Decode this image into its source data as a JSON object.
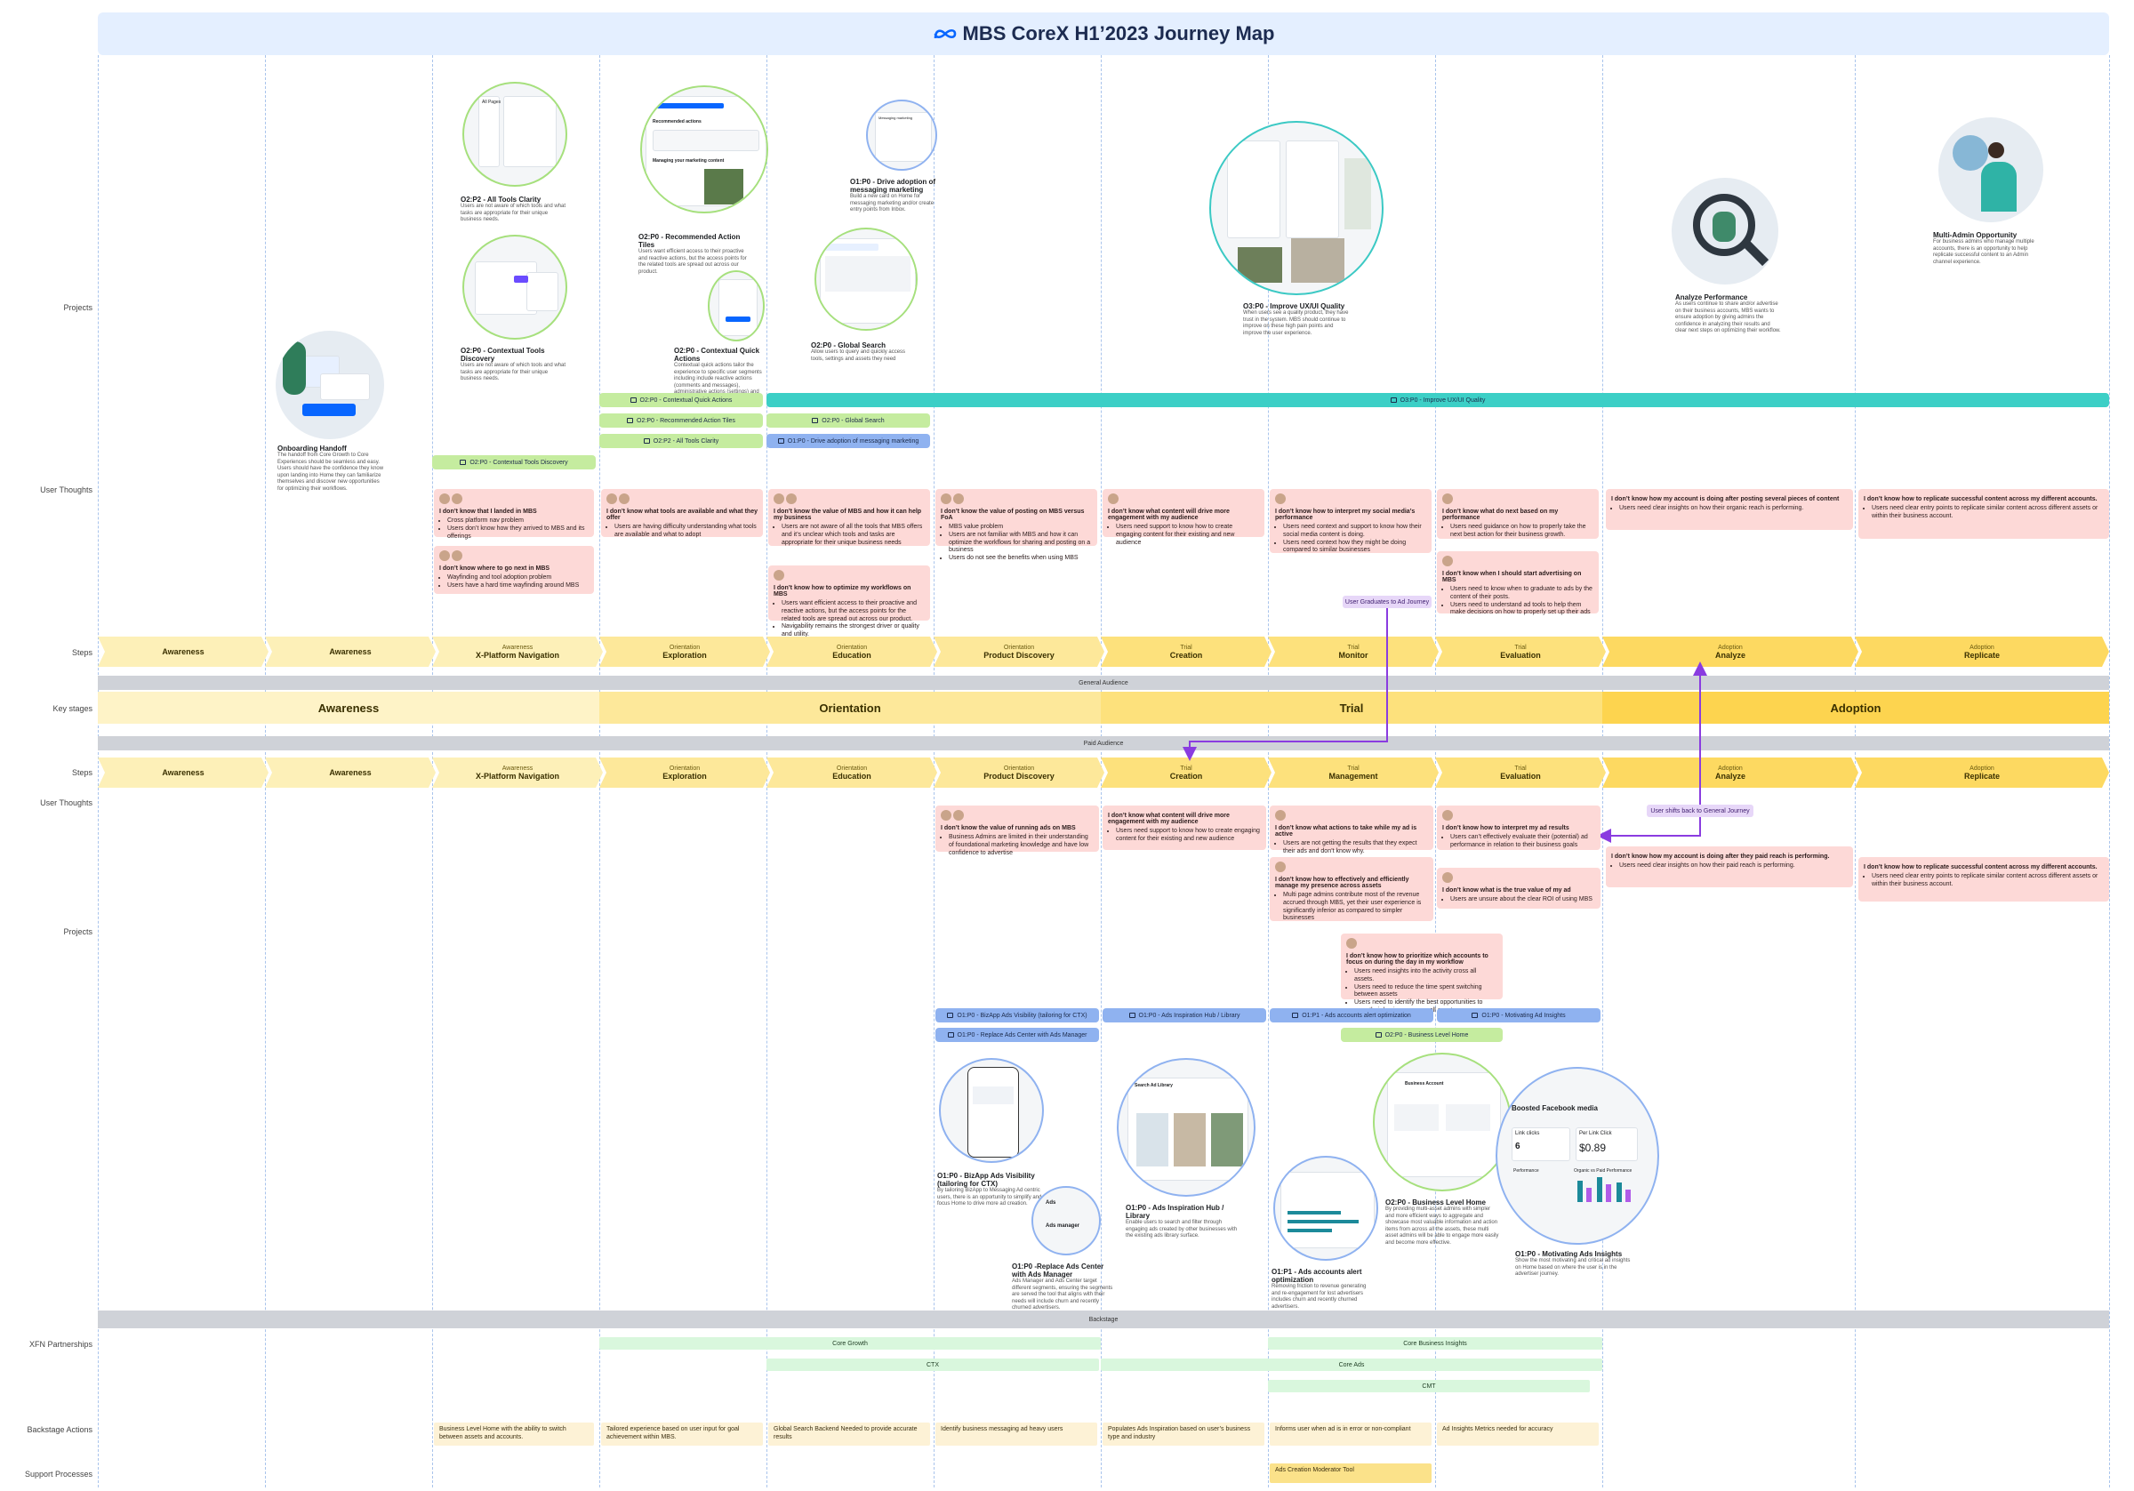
{
  "title": "MBS CoreX H1’2023 Journey Map",
  "row_labels": {
    "projects_top": "Projects",
    "user_thoughts_top": "User Thoughts",
    "steps_top": "Steps",
    "key_stages": "Key stages",
    "steps_bottom": "Steps",
    "user_thoughts_bottom": "User Thoughts",
    "projects_bottom": "Projects",
    "xfn": "XFN Partnerships",
    "backstage_actions": "Backstage Actions",
    "support_processes": "Support Processes"
  },
  "bands": {
    "general": "General Audience",
    "paid": "Paid Audience",
    "backstage": "Backstage"
  },
  "steps": [
    {
      "pre": "",
      "main": "Awareness"
    },
    {
      "pre": "",
      "main": "Awareness"
    },
    {
      "pre": "Awareness",
      "main": "X-Platform Navigation"
    },
    {
      "pre": "Orientation",
      "main": "Exploration"
    },
    {
      "pre": "Orientation",
      "main": "Education"
    },
    {
      "pre": "Orientation",
      "main": "Product Discovery"
    },
    {
      "pre": "Trial",
      "main": "Creation"
    },
    {
      "pre": "Trial",
      "main": "Monitor"
    },
    {
      "pre": "Trial",
      "main": "Evaluation"
    },
    {
      "pre": "Adoption",
      "main": "Analyze"
    },
    {
      "pre": "Adoption",
      "main": "Replicate"
    }
  ],
  "steps_paid": [
    {
      "pre": "",
      "main": "Awareness"
    },
    {
      "pre": "",
      "main": "Awareness"
    },
    {
      "pre": "Awareness",
      "main": "X-Platform Navigation"
    },
    {
      "pre": "Orientation",
      "main": "Exploration"
    },
    {
      "pre": "Orientation",
      "main": "Education"
    },
    {
      "pre": "Orientation",
      "main": "Product Discovery"
    },
    {
      "pre": "Trial",
      "main": "Creation"
    },
    {
      "pre": "Trial",
      "main": "Management"
    },
    {
      "pre": "Trial",
      "main": "Evaluation"
    },
    {
      "pre": "Adoption",
      "main": "Analyze"
    },
    {
      "pre": "Adoption",
      "main": "Replicate"
    }
  ],
  "stages": [
    "Awareness",
    "Orientation",
    "Trial",
    "Adoption"
  ],
  "top_projects": {
    "onboarding": {
      "title": "Onboarding Handoff",
      "desc": "The handoff from Core Growth to Core Experiences should be seamless and easy. Users should have the confidence they know upon landing into Home they can familiarize themselves and discover new opportunities for optimizing their workflows."
    },
    "all_tools": {
      "title": "O2:P2 - All Tools Clarity",
      "desc": "Users are not aware of which tools and what tasks are appropriate for their unique business needs."
    },
    "contextual_tools": {
      "title": "O2:P0 - Contextual Tools Discovery",
      "desc": "Users are not aware of which tools and what tasks are appropriate for their unique business needs."
    },
    "rec_tiles": {
      "title": "O2:P0 - Recommended Action Tiles",
      "desc": "Users want efficient access to their proactive and reactive actions, but the access points for the related tools are spread out across our product."
    },
    "quick_actions": {
      "title": "O2:P0 - Contextual Quick Actions",
      "desc": "Contextual quick actions tailor the experience to specific user segments including include reactive actions (comments and messages), administrative actions (settings) and access to key tools."
    },
    "drive_messaging": {
      "title": "O1:P0 - Drive adoption of messaging marketing",
      "desc": "Build a new card on Home for messaging marketing and/or create entry points from Inbox."
    },
    "global_search": {
      "title": "O2:P0 - Global Search",
      "desc": "Allow users to query and quickly access tools, settings and assets they need"
    },
    "uxui": {
      "title": "O3:P0 - Improve UX/UI Quality",
      "desc": "When users see a quality product, they have trust in the system. MBS should continue to improve on these high pain points and improve the user experience."
    },
    "analyze_perf": {
      "title": "Analyze Performance",
      "desc": "As users continue to share and/or advertise on their business accounts, MBS wants to ensure adoption by giving admins the confidence in analyzing their results and clear next steps on optimizing their workflow."
    },
    "multi_admin": {
      "title": "Multi-Admin Opportunity",
      "desc": "For business admins who manage multiple accounts, there is an opportunity to help replicate successful content to an Admin channel experience."
    },
    "pill_quick_actions": "O2:P0 - Contextual Quick Actions",
    "pill_rec_tiles": "O2:P0 - Recommended Action Tiles",
    "pill_all_tools": "O2:P2 - All Tools Clarity",
    "pill_global_search": "O2:P0 - Global Search",
    "pill_drive_messaging": "O1:P0 - Drive adoption of messaging marketing",
    "pill_contextual_tools": "O2:P0 - Contextual Tools Discovery",
    "pill_uxui": "O3:P0 - Improve UX/UI Quality"
  },
  "top_thoughts": [
    {
      "head": "I don’t know that I landed in MBS",
      "bullets": [
        "Cross platform nav problem",
        "Users don’t know how they arrived to MBS and its offerings"
      ]
    },
    {
      "head": "I don’t know where to go next in MBS",
      "bullets": [
        "Wayfinding and tool adoption problem",
        "Users have a hard time wayfinding around MBS"
      ]
    },
    {
      "head": "I don’t know what tools are available and what they offer",
      "bullets": [
        "Users are having difficulty understanding what tools are available and what to adopt"
      ]
    },
    {
      "head": "I don’t know the value of MBS and how it can help my business",
      "bullets": [
        "Users are not aware of all the tools that MBS offers and it’s unclear which tools and tasks are appropriate for their unique business needs"
      ]
    },
    {
      "head": "I don’t know how to optimize my workflows on MBS",
      "bullets": [
        "Users want efficient access to their proactive and reactive actions, but the access points for the related tools are spread out across our product.",
        "Navigability remains the strongest driver or quality and utility."
      ]
    },
    {
      "head": "I don’t know the value of posting on MBS versus FoA",
      "bullets": [
        "MBS value problem",
        "Users are not familiar with MBS and how it can optimize the workflows for sharing and posting on a business",
        "Users do not see the benefits when using MBS"
      ]
    },
    {
      "head": "I don’t know what content will drive more engagement with my audience",
      "bullets": [
        "Users need support to know how to create engaging content for their existing and new audience"
      ]
    },
    {
      "head": "I don’t know how to interpret my social media’s performance",
      "bullets": [
        "Users need context and support to know how their social media content is doing.",
        "Users need context how they might be doing compared to similar businesses"
      ]
    },
    {
      "head": "I don’t know what do next based on my performance",
      "bullets": [
        "Users need guidance on how to properly take the next best action for their business growth."
      ]
    },
    {
      "head": "I don’t know when I should start advertising on MBS",
      "bullets": [
        "Users need to know when to graduate to ads by the content of their posts.",
        "Users need to understand ad tools to help them make decisions on how to properly set up their ads"
      ]
    },
    {
      "head": "I don’t know how my account is doing after posting several pieces of content",
      "bullets": [
        "Users need clear insights on how their organic reach is performing."
      ]
    },
    {
      "head": "I don’t know how to replicate successful content across my different accounts.",
      "bullets": [
        "Users need clear entry points to replicate similar content across different assets or within their business account."
      ]
    }
  ],
  "journey_tags": {
    "to_ad": "User Graduates to Ad Journey",
    "to_general": "User shifts back to General Journey"
  },
  "paid_thoughts": [
    {
      "head": "I don’t know the value of running ads on MBS",
      "bullets": [
        "Business Admins are limited in their understanding of foundational marketing knowledge and have low confidence to advertise"
      ]
    },
    {
      "head": "I don’t know what content will drive more engagement with my audience",
      "bullets": [
        "Users need support to know how to create engaging content for their existing and new audience"
      ]
    },
    {
      "head": "I don’t know what actions to take while my ad is active",
      "bullets": [
        "Users are not getting the results that they expect their ads and don’t know why."
      ]
    },
    {
      "head": "I don’t know how to effectively and efficiently manage my presence across assets",
      "bullets": [
        "Multi page admins contribute most of the revenue accrued through MBS, yet their user experience is significantly inferior as compared to simpler businesses"
      ]
    },
    {
      "head": "I don’t know how to prioritize which accounts to focus on during the day in my workflow",
      "bullets": [
        "Users need insights into the activity cross all assets.",
        "Users need to reduce the time spent switching between assets",
        "Users need to identify the best opportunities to grow their business across all assets"
      ]
    },
    {
      "head": "I don’t know how to interpret my ad results",
      "bullets": [
        "Users can’t effectively evaluate their (potential) ad performance in relation to their business goals"
      ]
    },
    {
      "head": "I don’t know what is the true value of my ad",
      "bullets": [
        "Users are unsure about the clear ROI of using MBS"
      ]
    },
    {
      "head": "I don’t know how my account is doing after they paid reach is performing.",
      "bullets": [
        "Users need clear insights on how their paid reach is performing."
      ]
    },
    {
      "head": "I don’t know how to replicate successful content across my different accounts.",
      "bullets": [
        "Users need clear entry points to replicate similar content across different assets or within their business account."
      ]
    }
  ],
  "paid_pills": {
    "bizapp": "O1:P0 - BizApp Ads Visibility (tailoring for CTX)",
    "replace_ac": "O1:P0 - Replace Ads Center with Ads Manager",
    "inspiration": "O1:P0 - Ads Inspiration Hub / Library",
    "alert": "O1:P1 - Ads accounts alert optimization",
    "insights": "O1:P0 - Motivating Ad Insights",
    "blh": "O2:P0 - Business Level Home"
  },
  "paid_projects": {
    "bizapp": {
      "title": "O1:P0 - BizApp Ads Visibility (tailoring for CTX)",
      "desc": "By tailoring BizApp to Messaging Ad centric users, there is an opportunity to simplify and focus Home to drive more ad creation."
    },
    "replace_ac": {
      "title": "O1:P0 -Replace Ads Center with Ads Manager",
      "desc": "Ads Manager and Ads Center target different segments, ensuring the segments are served the tool that aligns with their needs will include churn and recently churned advertisers."
    },
    "inspiration": {
      "title": "O1:P0 - Ads Inspiration Hub / Library",
      "desc": "Enable users to search and filter through engaging ads created by other businesses with the existing ads library surface."
    },
    "alert": {
      "title": "O1:P1 - Ads accounts alert optimization",
      "desc": "Removing friction to revenue generating and re-engagement for lost advertisers includes churn and recently churned advertisers."
    },
    "blh": {
      "title": "O2:P0 - Business Level Home",
      "desc": "By providing multi-asset admins with simpler and more efficient ways to aggregate and showcase most valuable information and action items from across all the assets, these multi asset admins will be able to engage more easily and become more effective."
    },
    "insights": {
      "title": "O1:P0 - Motivating Ads Insights",
      "desc": "Show the most motivating and critical ad insights on Home based on where the user is in the advertiser journey."
    }
  },
  "mock_text": {
    "all_pages": "All Pages",
    "rec_actions": "Recommended actions",
    "managing": "Managing your marketing content",
    "messaging": "Messaging marketing",
    "ads": "Ads",
    "ads_manager": "Ads manager",
    "boosted": "Boosted Facebook media",
    "link_clicks": "Link clicks",
    "link_value": "6",
    "per_link": "Per Link Click",
    "per_link_value": "$0.89",
    "performance": "Performance",
    "organic": "Organic vs Paid Performance",
    "business_account": "Business Account",
    "search_ad_library": "Search Ad Library"
  },
  "xfn": {
    "core_growth": "Core Growth",
    "core_insights": "Core Business Insights",
    "ctx": "CTX",
    "core_ads": "Core Ads",
    "cmt": "CMT"
  },
  "backstage": [
    "Business Level Home with the ability to switch between assets and accounts.",
    "Tailored experience based on user input for goal achievement within MBS.",
    "Global Search Backend Needed to provide accurate results",
    "Identify business messaging ad heavy users",
    "Populates Ads Inspiration based on user’s business type and industry",
    "Informs user when ad is in error or non-compliant",
    "Ad Insights Metrics needed for accuracy"
  ],
  "support": [
    "Ads Creation Moderator Tool"
  ],
  "colors": {
    "step_light": "#fdf0b8",
    "step_mid": "#fde89a",
    "step_dark": "#fdd961",
    "stage_light": "#fef3c7",
    "stage_dark": "#fdd44f",
    "pill_green": "#c5ec9f",
    "pill_blue": "#8fb2f0",
    "pill_teal": "#3ccfc6",
    "card_pink": "#fdd9d7",
    "arrow_purple": "#8a3ce0"
  }
}
